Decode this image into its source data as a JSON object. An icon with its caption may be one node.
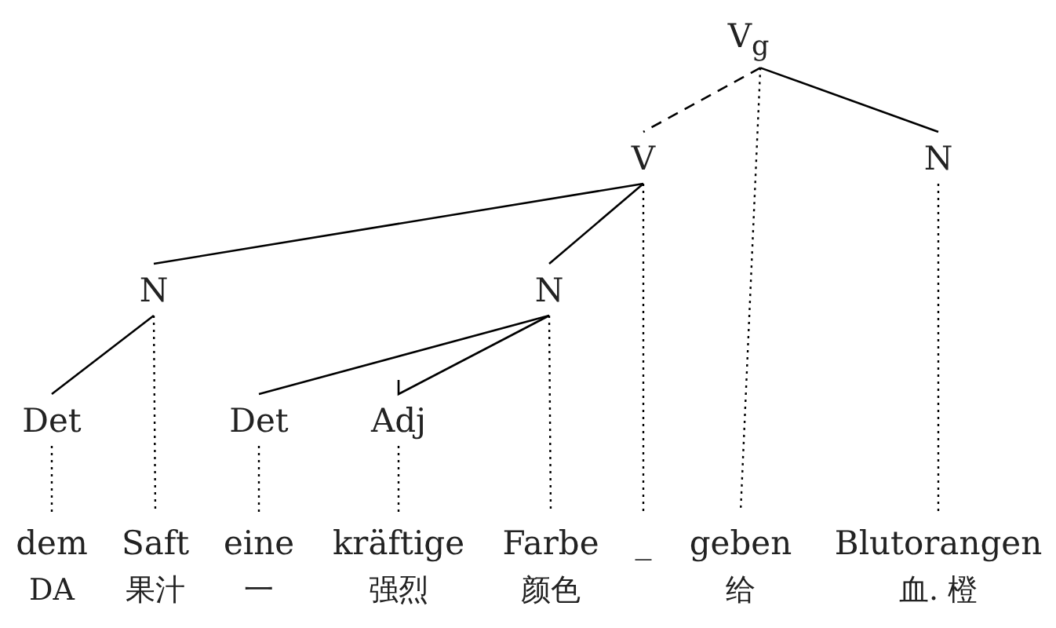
{
  "diagram": {
    "nodes": [
      {
        "text": [
          "V$_{g}$"
        ]
      },
      {
        "text": [
          "V"
        ]
      },
      {
        "text": [
          "N"
        ]
      },
      {
        "text": [
          "N"
        ]
      },
      {
        "text": [
          "N"
        ]
      },
      {
        "text": [
          "Det"
        ]
      },
      {
        "text": [
          "Det"
        ]
      },
      {
        "text": [
          "Adj"
        ]
      },
      {
        "text": [
          "dem",
          "DA"
        ]
      },
      {
        "text": [
          "Saft",
          "果汁"
        ]
      },
      {
        "text": [
          "eine",
          "一"
        ]
      },
      {
        "text": [
          "kräftige",
          "强烈"
        ]
      },
      {
        "text": [
          "Farbe",
          "颜色"
        ]
      },
      {
        "text": [
          "_"
        ]
      },
      {
        "text": [
          "geben",
          "给"
        ]
      },
      {
        "text": [
          "Blutorangen",
          "血. 橙"
        ]
      }
    ],
    "edges": [
      {
        "from": 0,
        "to": 1,
        "arrow": "none",
        "style": "dashed"
      },
      {
        "from": 0,
        "to": 14,
        "arrow": "none",
        "style": "dashed"
      },
      {
        "from": 0,
        "to": 2,
        "arrow": "none"
      },
      {
        "from": 1,
        "to": 3,
        "arrow": "none"
      },
      {
        "from": 1,
        "to": 4,
        "arrow": "none"
      },
      {
        "from": 1,
        "to": 13,
        "arrow": "none",
        "style": "dashed"
      },
      {
        "from": 2,
        "to": 15,
        "arrow": "none",
        "style": "dashed"
      },
      {
        "from": 3,
        "to": 5,
        "arrow": "none"
      },
      {
        "from": 3,
        "to": 9,
        "arrow": "none",
        "style": "dashed"
      },
      {
        "from": 4,
        "to": 6,
        "arrow": "none"
      },
      {
        "from": 4,
        "to": 7,
        "arrow": "none"
      },
      {
        "from": 4,
        "to": 12,
        "arrow": "none",
        "style": "dashed"
      },
      {
        "from": 5,
        "to": 8,
        "arrow": "none",
        "style": "dashed"
      },
      {
        "from": 6,
        "to": 10,
        "arrow": "none",
        "style": "dashed"
      },
      {
        "from": 7,
        "to": 11,
        "arrow": "none",
        "style": "dashed"
      }
    ]
  }
}
